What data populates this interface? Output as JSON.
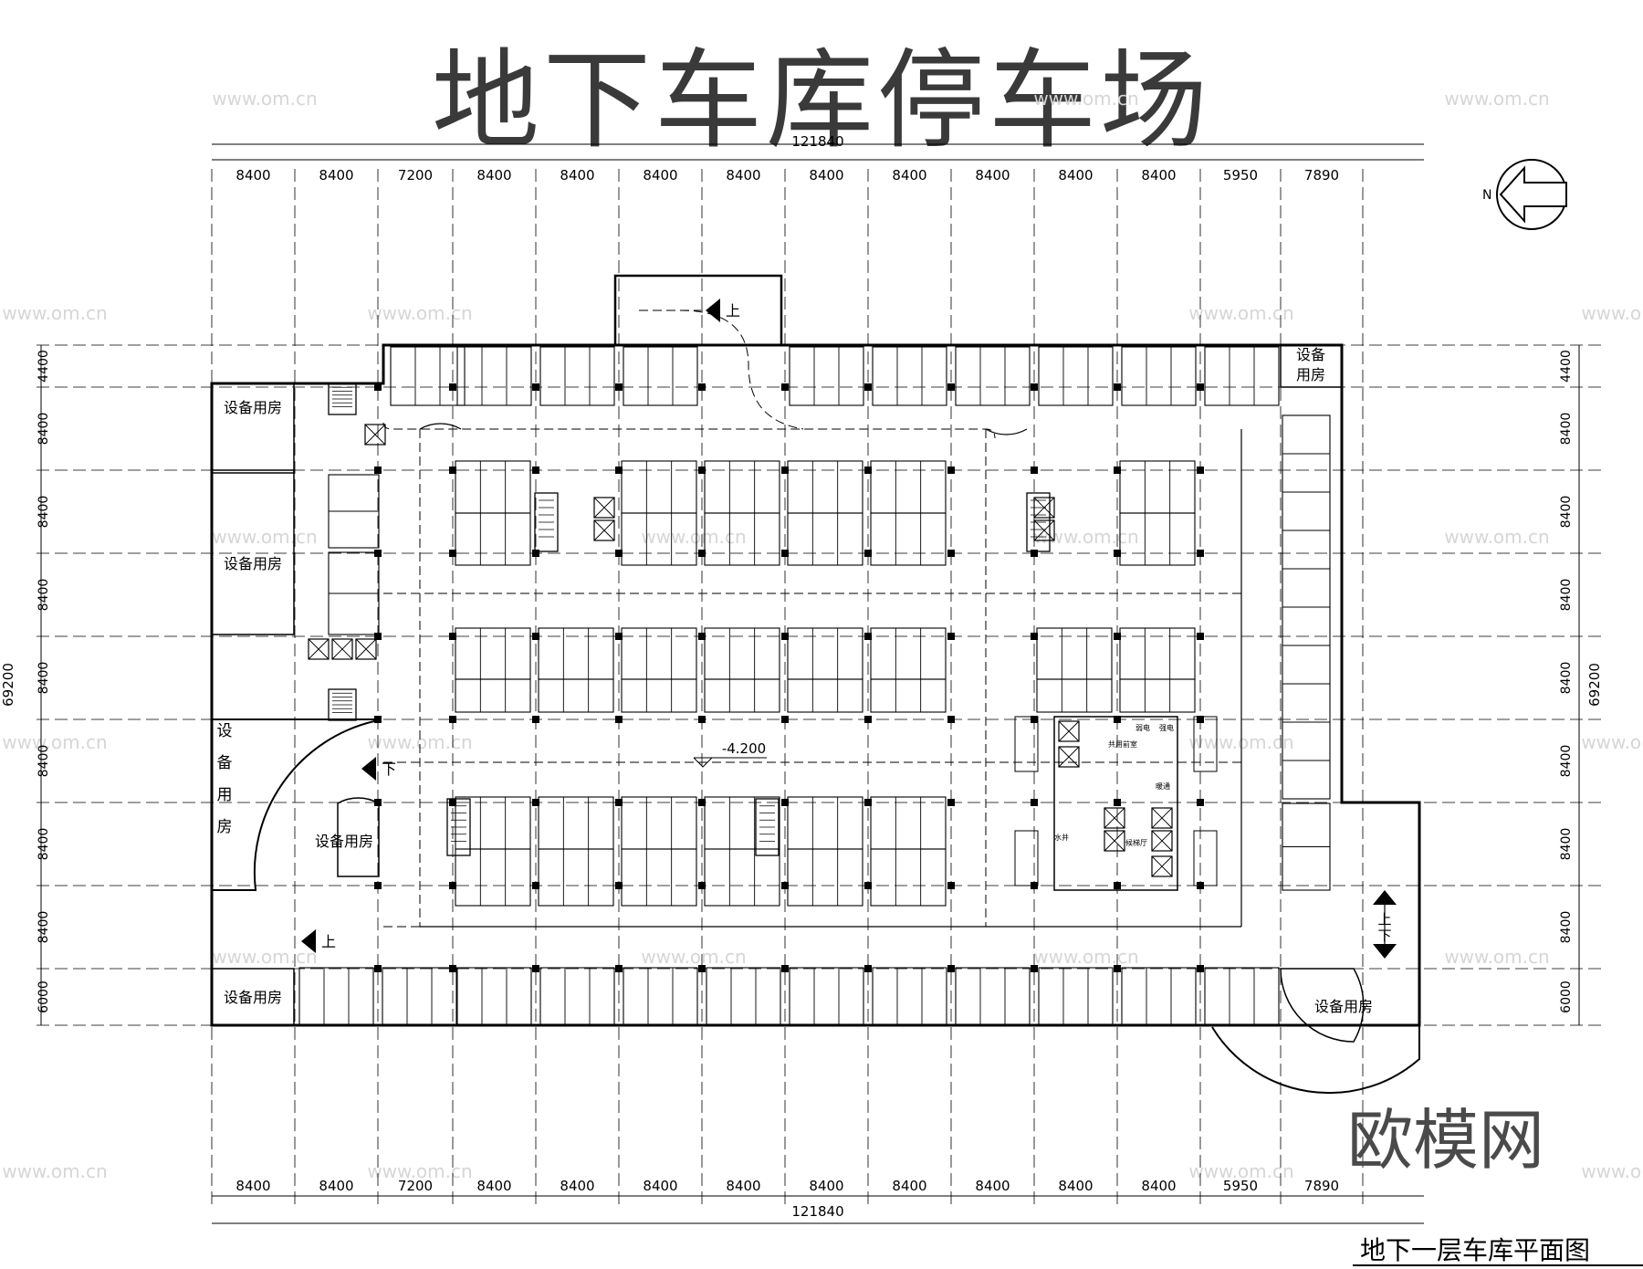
{
  "title": "地下车库停车场",
  "caption": "地下一层车库平面图",
  "brand": "欧模网",
  "watermark_url": "www.om.cn",
  "north_label": "N",
  "dims": {
    "total_width": "121840",
    "total_height": "69200",
    "columns": [
      "8400",
      "8400",
      "7200",
      "8400",
      "8400",
      "8400",
      "8400",
      "8400",
      "8400",
      "8400",
      "8400",
      "8400",
      "5950",
      "7890"
    ],
    "rows": [
      "4400",
      "8400",
      "8400",
      "8400",
      "8400",
      "8400",
      "8400",
      "8400",
      "6000"
    ]
  },
  "elevation": "-4.200",
  "rooms": {
    "equipment": "设备用房",
    "equipment_vertical": [
      "设",
      "备",
      "用",
      "房"
    ],
    "equipment_two_line": [
      "设备",
      "用房"
    ]
  },
  "ramp": {
    "up": "上",
    "down": "下"
  },
  "core": {
    "public_front": "共用前室",
    "weak_power": "弱电",
    "strong_power": "强电",
    "hvac": "暖通",
    "water_well": "水井",
    "elevator_hall": "候梯厅"
  }
}
